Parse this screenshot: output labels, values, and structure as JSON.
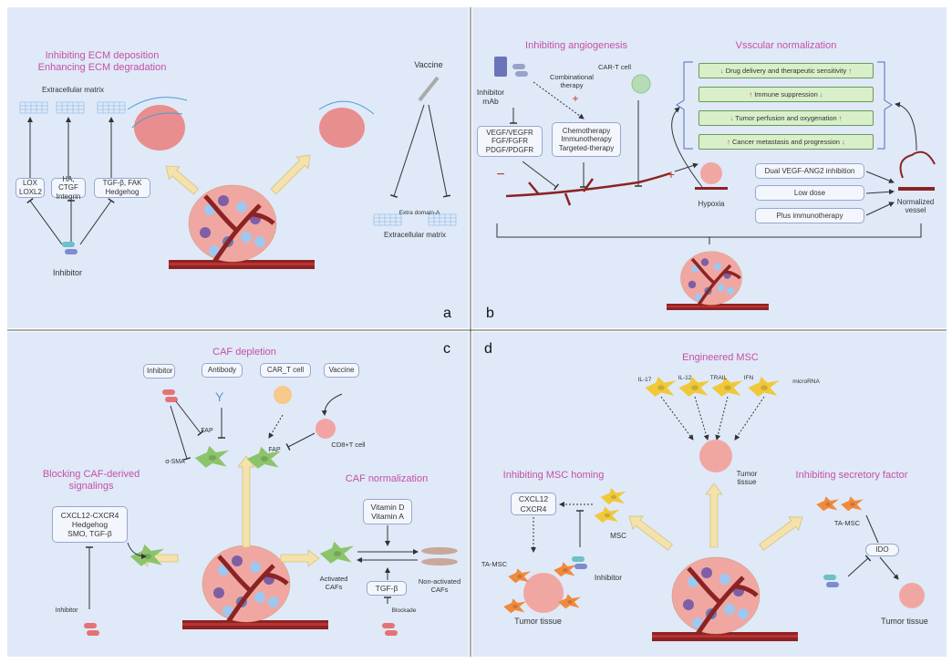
{
  "colors": {
    "background": "#dfe9f8",
    "heading": "#c64fa5",
    "arrow": "#f3e2ab",
    "vessel": "#8c2323",
    "caf": "#8cc46a",
    "msc": "#f0c93a",
    "ta_msc": "#f08a3c"
  },
  "panel_a": {
    "label": "a",
    "title1": "Inhibiting ECM deposition",
    "title2": "Enhancing ECM degradation",
    "ecm": "Extracellular matrix",
    "targets": [
      [
        "LOX",
        "LOXL2"
      ],
      [
        "HA, CTGF",
        "Integrin"
      ],
      [
        "TGF-β, FAK",
        "Hedgehog"
      ]
    ],
    "inhibitor": "Inhibitor",
    "vaccine": "Vaccine",
    "eda": "Extra domain-A",
    "ecm2": "Extracellular matrix"
  },
  "panel_b": {
    "label": "b",
    "title1": "Inhibiting angiogenesis",
    "title2": "Vsscular normalization",
    "inhibitor": [
      "Inhibitor",
      "mAb"
    ],
    "combo": [
      "Combinational",
      "therapy"
    ],
    "cart": "CAR-T cell",
    "pathways": [
      "VEGF/VEGFR",
      "FGF/FGFR",
      "PDGF/PDGFR"
    ],
    "therapies": [
      "Chemotherapy",
      "Immunotherapy",
      "Targeted-therapy"
    ],
    "effects": [
      {
        "pre": "↓",
        "text": "Drug delivery and therapeutic sensitivity",
        "post": "↑"
      },
      {
        "pre": "↑",
        "text": "Immune suppression",
        "post": "↓"
      },
      {
        "pre": "↓",
        "text": "Tumor perfusion and oxygenation",
        "post": "↑"
      },
      {
        "pre": "↑",
        "text": "Cancer metastasis and progression",
        "post": "↓"
      }
    ],
    "hypoxia": "Hypoxia",
    "strategies": [
      "Dual VEGF-ANG2 inhibition",
      "Low dose",
      "Plus immunotherapy"
    ],
    "normalized": [
      "Normalized",
      "vessel"
    ],
    "minus": "−",
    "plus": "+"
  },
  "panel_c": {
    "label": "c",
    "title": "CAF depletion",
    "agents": [
      "Inhibitor",
      "Antibody",
      "CAR_T cell",
      "Vaccine"
    ],
    "fap": "FAP",
    "asma": "α-SMA",
    "cd8": "CD8+T cell",
    "blocking": [
      "Blocking CAF-derived",
      "signalings"
    ],
    "signals": [
      "CXCL12-CXCR4",
      "Hedgehog",
      "SMO, TGF-β"
    ],
    "inhibitor": "Inhibitor",
    "normalization": "CAF normalization",
    "vitamins": [
      "Vitamin D",
      "Vitamin A"
    ],
    "activated": [
      "Activated",
      "CAFs"
    ],
    "tgfb": "TGF-β",
    "nonactivated": [
      "Non-activated",
      "CAFs"
    ],
    "blockade": "Blockade"
  },
  "panel_d": {
    "label": "d",
    "title": "Engineered MSC",
    "payloads": [
      "IL-17",
      "IL-12",
      "TRAIL",
      "IFN",
      "microRNA"
    ],
    "tumor": [
      "Tumor",
      "tissue"
    ],
    "homing": "Inhibiting MSC homing",
    "axis": [
      "CXCL12",
      "CXCR4"
    ],
    "msc": "MSC",
    "tamsc": "TA-MSC",
    "inhibitor": "Inhibitor",
    "tumor_tissue": "Tumor tissue",
    "secretory": "Inhibiting secretory factor",
    "tamsc2": "TA-MSC",
    "ido": "IDO",
    "tumor_tissue2": "Tumor tissue"
  }
}
